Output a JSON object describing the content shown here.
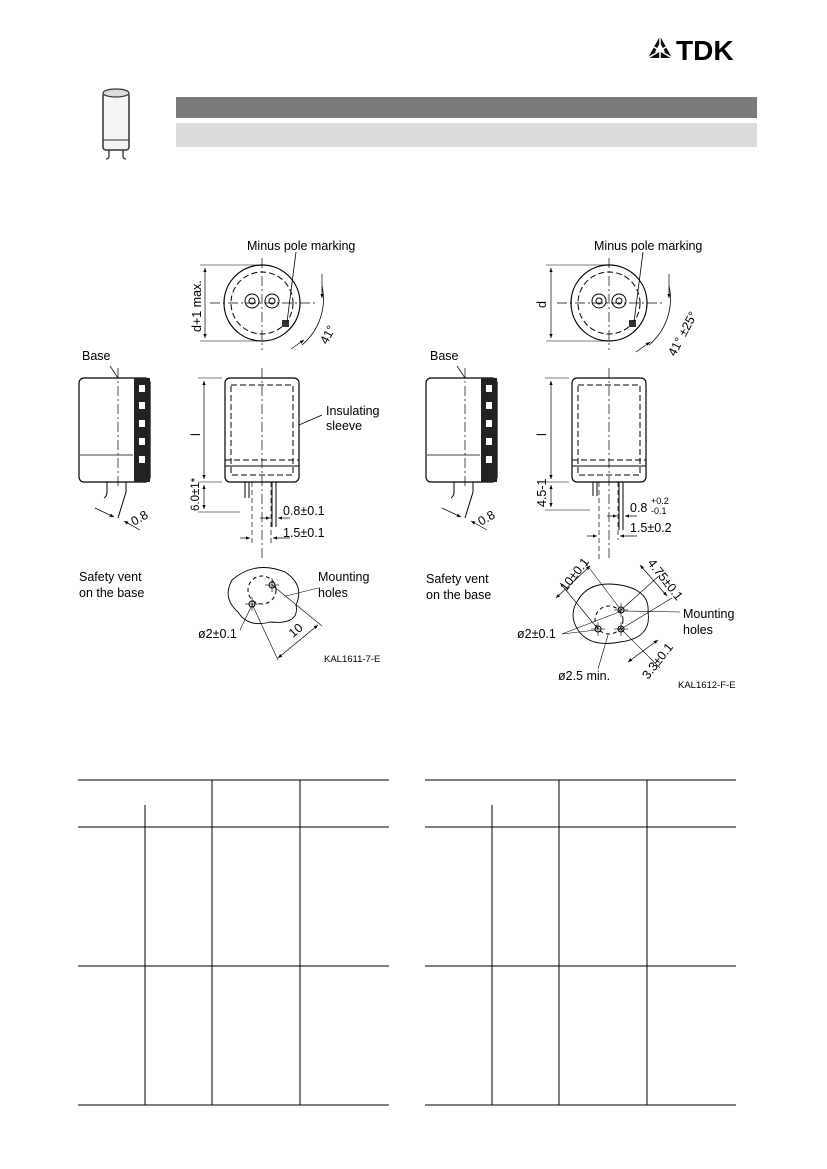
{
  "header": {
    "logo_text": "TDK",
    "title_bar_color": "#7a7a7a",
    "subtitle_bar_color": "#dcdcdc"
  },
  "drawing_left": {
    "minus_pole_label": "Minus pole marking",
    "dim_d_max": "d+1 max.",
    "angle": "41°",
    "base_label": "Base",
    "length_label": "l",
    "insulating_label_1": "Insulating",
    "insulating_label_2": "sleeve",
    "lead_length": "6.0±1*",
    "lead_width": "0.8±0.1",
    "lead_thickness": "1.5±0.1",
    "side_dim": "0.8",
    "safety_vent_1": "Safety vent",
    "safety_vent_2": "on the base",
    "mounting_1": "Mounting",
    "mounting_2": "holes",
    "hole_dia": "ø2±0.1",
    "hole_spacing": "10",
    "drawing_code": "KAL1611-7-E"
  },
  "drawing_right": {
    "minus_pole_label": "Minus pole marking",
    "dim_d": "d",
    "angle": "41° ±25°",
    "base_label": "Base",
    "length_label": "l",
    "lead_length": "4.5-1",
    "lead_width": "0.8",
    "lead_width_tol_plus": "+0.2",
    "lead_width_tol_minus": "-0.1",
    "lead_thickness": "1.5±0.2",
    "side_dim": "0.8",
    "safety_vent_1": "Safety vent",
    "safety_vent_2": "on the base",
    "hole_spacing": "10±0.1",
    "offset": "4.75±0.1",
    "mounting_1": "Mounting",
    "mounting_2": "holes",
    "hole_dia": "ø2±0.1",
    "vent_dia": "ø2.5 min.",
    "small_dim": "3.3±0.1",
    "drawing_code": "KAL1612-F-E"
  }
}
